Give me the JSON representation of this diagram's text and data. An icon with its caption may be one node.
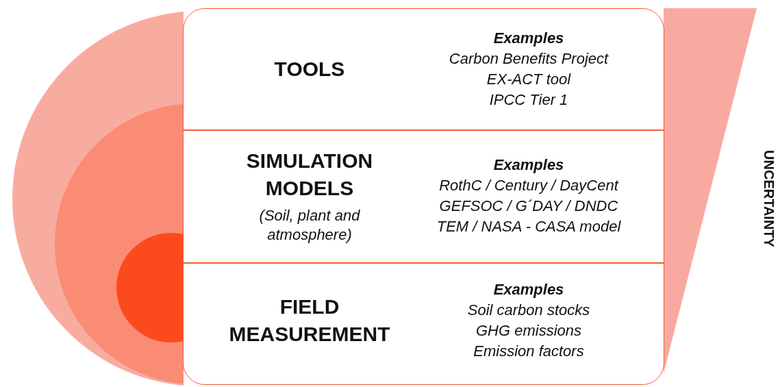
{
  "diagram": {
    "nodes": [
      {
        "text": [
          "TOOLS",
          "Examples",
          "Carbon Benefits Project",
          "EX-ACT tool",
          "IPCC Tier 1"
        ]
      },
      {
        "text": [
          "SIMULATION MODELS",
          "(Soil, plant and atmosphere)",
          "Examples",
          "RothC / Century / DayCent",
          "GEFSOC / G´DAY / DNDC",
          "TEM / NASA - CASA model"
        ]
      },
      {
        "text": [
          "FIELD MEASUREMENT",
          "Examples",
          "Soil carbon stocks",
          "GHG emissions",
          "Emission factors"
        ]
      },
      {
        "text": [],
        "shape": "circle"
      },
      {
        "text": [],
        "shape": "circle",
        "in": 3
      },
      {
        "text": [],
        "shape": "circle",
        "in": 4
      },
      {
        "text": [],
        "shape": "triangle",
        "beside": [
          "UNCERTAINTY"
        ]
      }
    ],
    "edges": []
  }
}
